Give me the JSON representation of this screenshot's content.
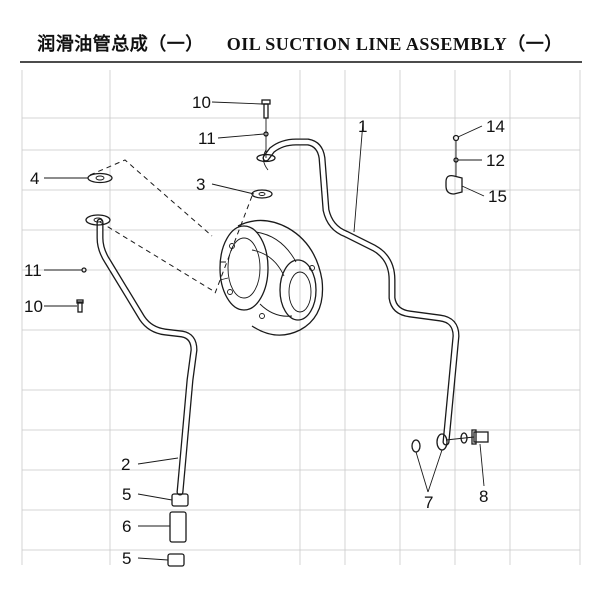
{
  "title": {
    "cn": "润滑油管总成（一）",
    "en": "OIL SUCTION LINE ASSEMBLY（一）"
  },
  "callouts": [
    "1",
    "2",
    "3",
    "4",
    "5",
    "6",
    "5",
    "7",
    "8",
    "10",
    "11",
    "10",
    "11",
    "12",
    "14",
    "15"
  ]
}
